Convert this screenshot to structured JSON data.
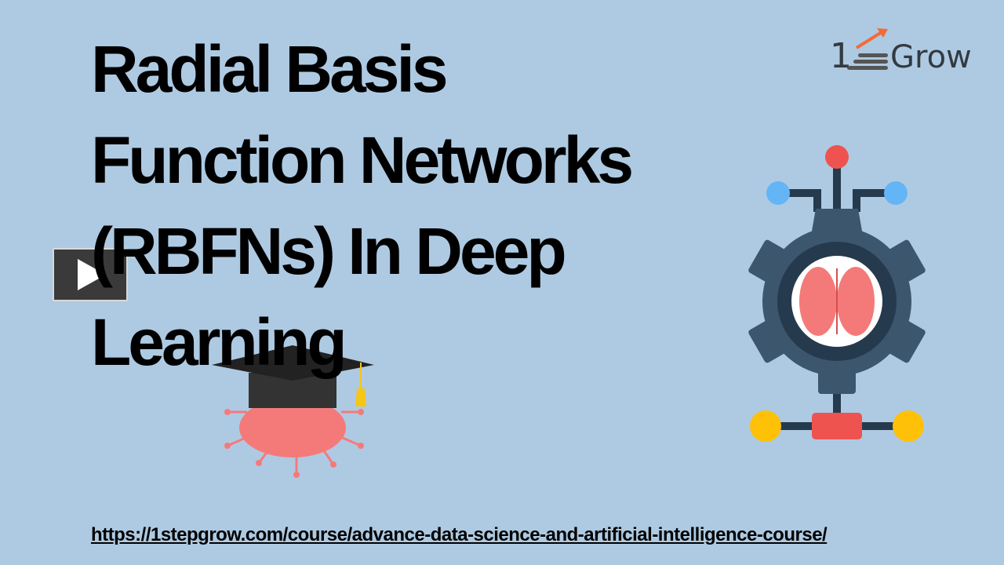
{
  "title_lines": [
    "Radial Basis",
    "Function Networks",
    "(RBFNs) In Deep",
    "Learning"
  ],
  "logo": {
    "prefix": "1",
    "text": "Grow",
    "icon": "steps-arrow-icon"
  },
  "link": "https://1stepgrow.com/course/advance-data-science-and-artificial-intelligence-course/",
  "play_button": {
    "icon": "play-icon"
  },
  "colors": {
    "background": "#aecae2",
    "gear": "#3c566e",
    "brain": "#f47a7a",
    "accent_red": "#ef5350",
    "accent_blue": "#64b5f6",
    "accent_yellow": "#ffc107",
    "logo_arrow": "#f26b3a"
  }
}
